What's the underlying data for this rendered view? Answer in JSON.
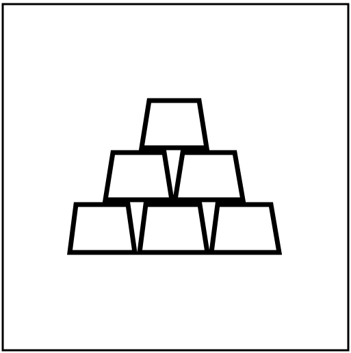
{
  "icon": {
    "name": "gold-bars-stack-icon",
    "stroke_color": "#000000",
    "fill_color": "#ffffff",
    "bar_count": 6,
    "rows": [
      1,
      2,
      3
    ]
  },
  "border_color": "#000000",
  "background_color": "#ffffff"
}
